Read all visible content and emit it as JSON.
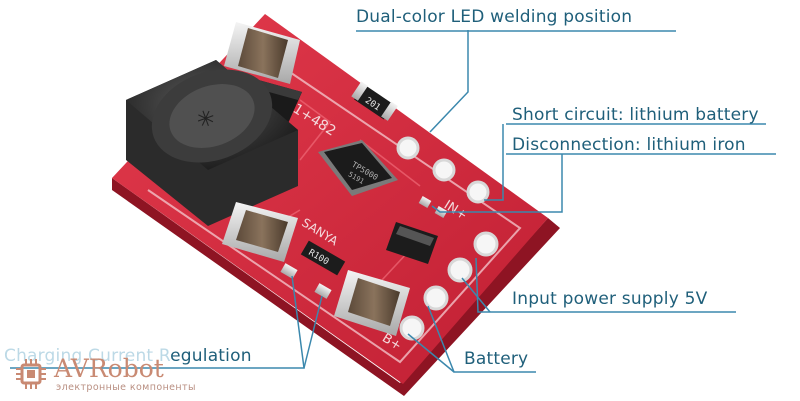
{
  "callouts": {
    "led_position": "Dual-color LED welding position",
    "short_circuit": "Short circuit: lithium battery",
    "disconnection": "Disconnection: lithium iron",
    "input_power": "Input power supply 5V",
    "battery": "Battery",
    "charging_faded": "Charging Current R",
    "charging_rest": "egulation"
  },
  "pcb_markings": {
    "resistor_top": "201",
    "ic_line1": "TP5000",
    "ic_line2": "5191",
    "resistor_bottom": "R100",
    "pad_label_1": "1+482",
    "pad_label_2": "IN+",
    "pad_label_3": "SANYA",
    "pad_label_4": "B+"
  },
  "watermark": {
    "name": "AVRobot",
    "tagline": "электронные компоненты"
  },
  "colors": {
    "callout_text": "#1f5f7a",
    "leader_line": "#3b88ad",
    "pcb_red": "#d2283c",
    "pcb_dark": "#9c1524",
    "logo": "#c98a73"
  }
}
